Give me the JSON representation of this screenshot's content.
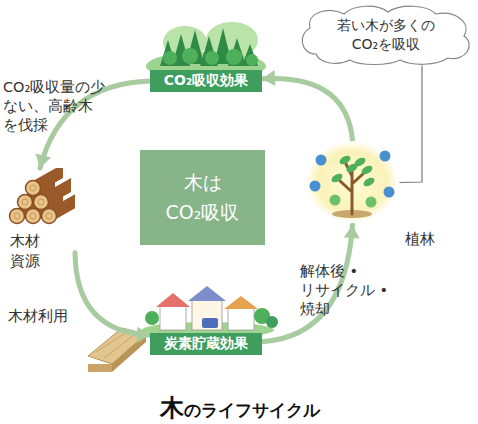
{
  "diagram": {
    "caption": "木のライフサイクル",
    "nodes": [
      {
        "text": [
          "CO₂吸収効果"
        ]
      },
      {
        "text": [
          "若い木が多くのCO₂を吸収"
        ]
      },
      {
        "text": [
          "木は CO₂吸収"
        ]
      },
      {
        "text": [
          "木材資源"
        ]
      },
      {
        "text": [
          "植林"
        ]
      },
      {
        "text": [
          "炭素貯蔵効果"
        ]
      }
    ],
    "edges": [
      {
        "from": 0,
        "to": 3,
        "arrow": "to",
        "label": "CO₂吸収量の少ない、高齢木を伐採"
      },
      {
        "from": 3,
        "to": 5,
        "arrow": "to",
        "label": "木材利用"
      },
      {
        "from": 5,
        "to": 4,
        "arrow": "to",
        "label": "解体後 •リサイクル •焼却"
      },
      {
        "from": 4,
        "to": 0,
        "arrow": "to"
      },
      {
        "from": 1,
        "to": 4,
        "arrow": "none"
      }
    ]
  }
}
